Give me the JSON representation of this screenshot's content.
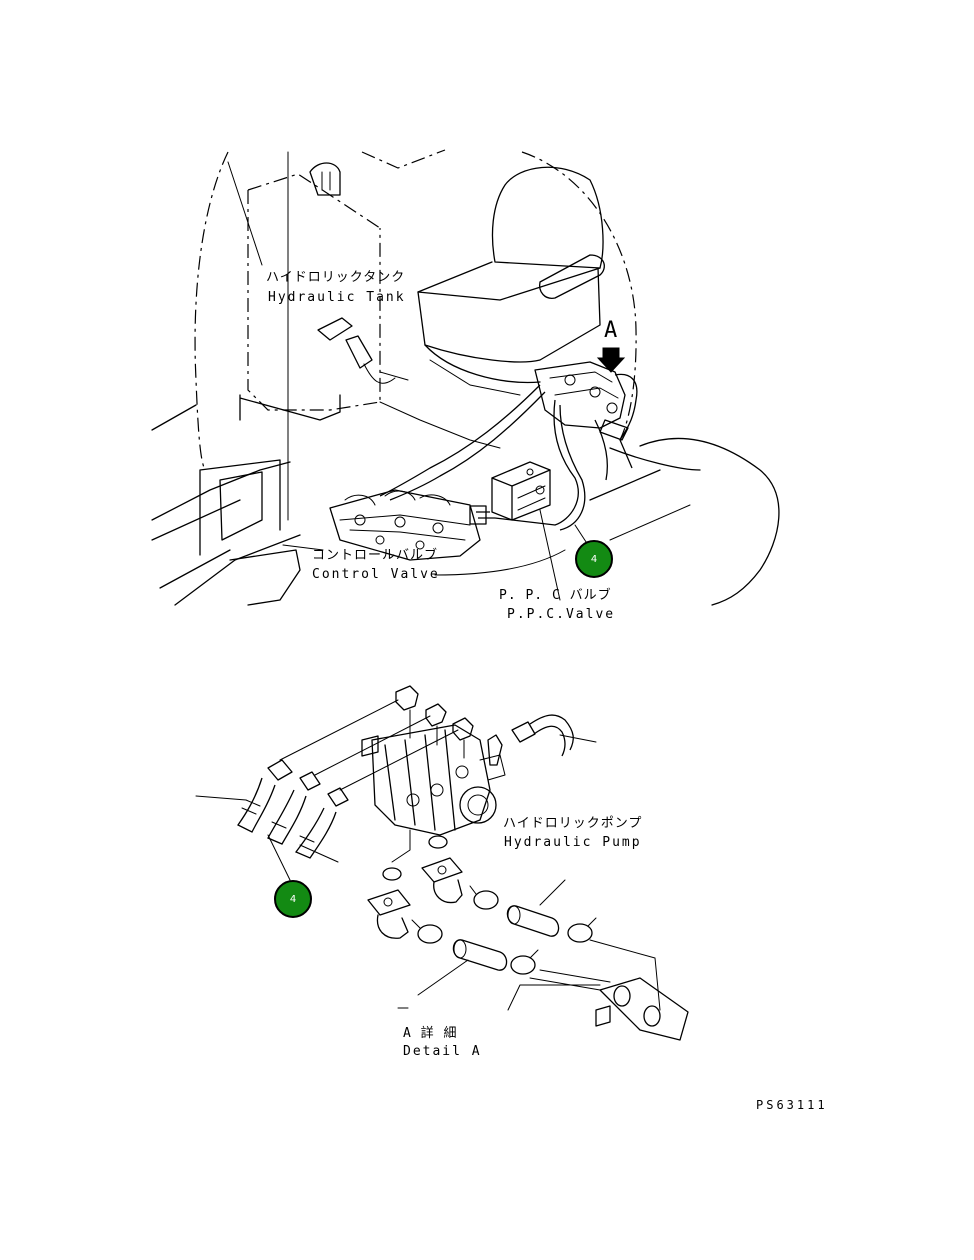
{
  "labels": {
    "hydraulic_tank_jp": "ハイドロリックタンク",
    "hydraulic_tank_en": "Hydraulic Tank",
    "control_valve_jp": "コントロールバルブ",
    "control_valve_en": "Control Valve",
    "ppc_valve_jp": "P. P. C バルブ",
    "ppc_valve_en": "P.P.C.Valve",
    "view_marker": "A",
    "hydraulic_pump_jp": "ハイドロリックポンプ",
    "hydraulic_pump_en": "Hydraulic Pump",
    "detail_jp": "A  詳 細",
    "detail_en": "Detail A",
    "drawing_code": "PS63111"
  },
  "callouts": [
    {
      "number": "4",
      "color": "#138a13"
    },
    {
      "number": "4",
      "color": "#138a13"
    }
  ]
}
